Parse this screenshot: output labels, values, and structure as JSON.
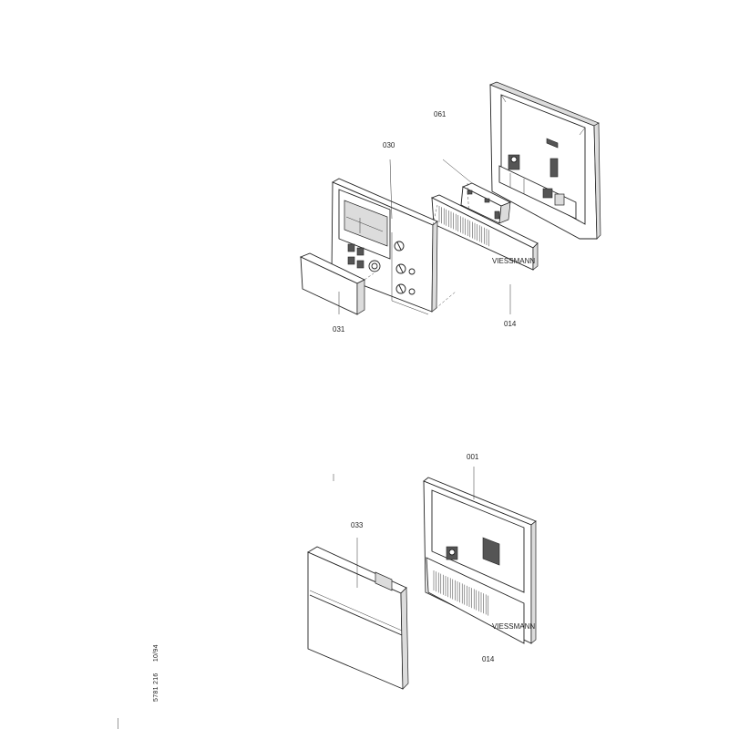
{
  "diagram": {
    "top_view": {
      "labels": {
        "part_061": "061",
        "part_030": "030",
        "part_031": "031",
        "part_014": "014"
      }
    },
    "bottom_view": {
      "labels": {
        "part_001": "001",
        "part_033": "033",
        "part_014": "014"
      }
    },
    "margin_code": {
      "doc_number": "5781 216",
      "date": "10/94"
    }
  }
}
